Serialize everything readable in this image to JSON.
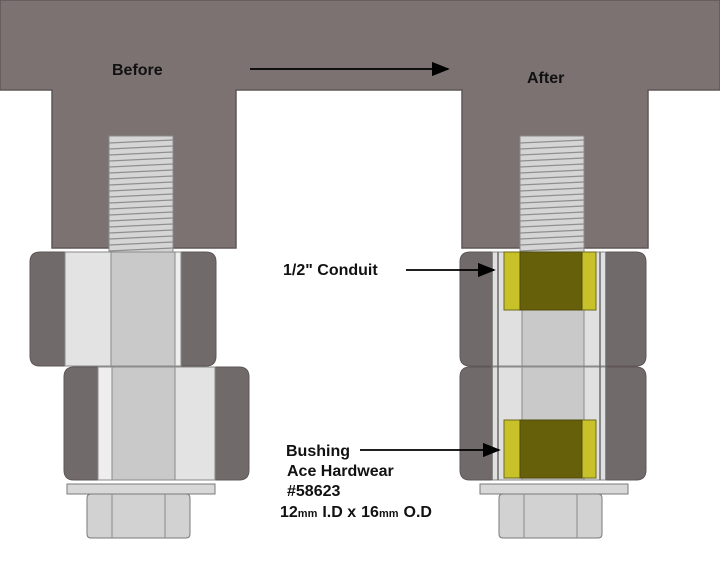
{
  "labels": {
    "before": "Before",
    "after": "After",
    "conduit": "1/2\" Conduit",
    "bushing": "Bushing",
    "brand": "Ace Hardwear",
    "part": "#58623",
    "dim_id_num": "12",
    "dim_id_unit": "mm",
    "dim_id_txt": "I.D x",
    "dim_od_num": "16",
    "dim_od_unit": "mm",
    "dim_od_txt": "O.D"
  },
  "colors": {
    "bracket": "#7c7272",
    "outline": "#5f5757",
    "nut_dark": "#716a6a",
    "nut_light": "#e2e2e2",
    "nut_mid": "#c8c8c8",
    "bushing_outer": "#c8c12a",
    "bushing_inner": "#66600a",
    "thread": "#d5d5d5"
  }
}
